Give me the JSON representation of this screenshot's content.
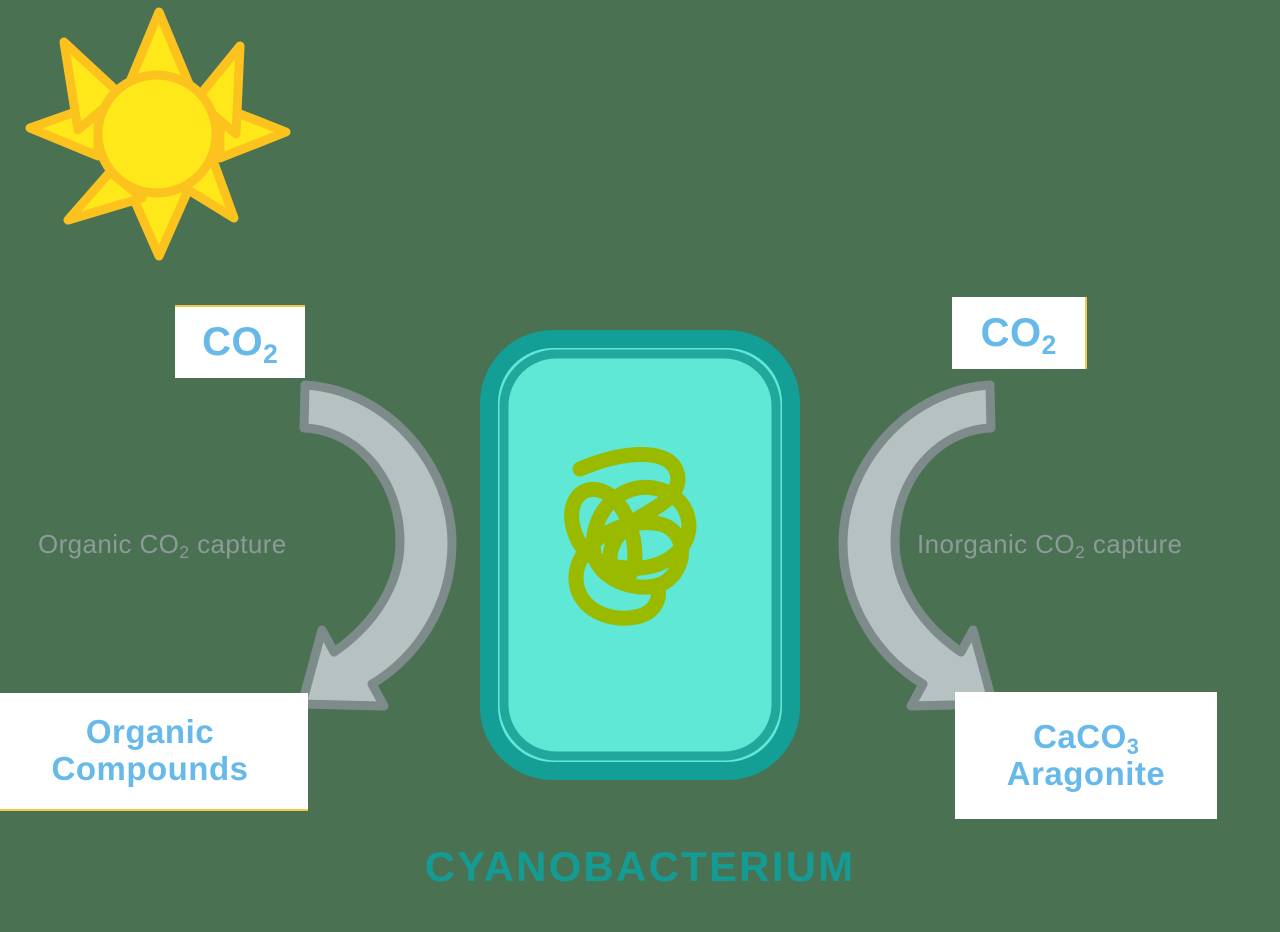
{
  "diagram": {
    "title": "CYANOBACTERIUM",
    "background_color": "#4a7151",
    "subject": "cyanobacterium-co2-capture"
  },
  "icons": {
    "sun": {
      "name": "sun-icon",
      "ray_count": 8,
      "body_color": "#ffe81a",
      "outline_color": "#fcc31e"
    },
    "cell": {
      "name": "cyanobacterium-cell",
      "fill_color": "#5ee8d5",
      "border_color": "#139e96",
      "inner_ring_color": "#22a79d",
      "squiggle_color": "#9aba00"
    }
  },
  "left_pathway": {
    "input_label": "CO",
    "input_sub": "2",
    "arrow_name": "organic-capture-arrow",
    "caption_prefix": "Organic CO",
    "caption_sub": "2",
    "caption_suffix": " capture",
    "output_line1": "Organic",
    "output_line2": "Compounds",
    "arrow_fill": "#b6c1c1",
    "arrow_stroke": "#7d8b8b"
  },
  "right_pathway": {
    "input_label": "CO",
    "input_sub": "2",
    "arrow_name": "inorganic-capture-arrow",
    "caption_prefix": "Inorganic CO",
    "caption_sub": "2",
    "caption_suffix": " capture",
    "output_line1_prefix": "CaCO",
    "output_line1_sub": "3",
    "output_line2": "Aragonite",
    "arrow_fill": "#b6c1c1",
    "arrow_stroke": "#7d8b8b"
  },
  "colors": {
    "label_text": "#67b9ea",
    "caption_text": "#8d9a9a",
    "title_text": "#149b94",
    "box_background": "#ffffff",
    "accent_yellow": "#f4c74a"
  },
  "chart_data": {
    "type": "diagram",
    "title": "CYANOBACTERIUM",
    "nodes": [
      {
        "id": "sun",
        "label": "sunlight",
        "type": "icon"
      },
      {
        "id": "co2-left",
        "label": "CO2",
        "type": "input"
      },
      {
        "id": "cell",
        "label": "CYANOBACTERIUM",
        "type": "organism"
      },
      {
        "id": "co2-right",
        "label": "CO2",
        "type": "input"
      },
      {
        "id": "organic",
        "label": "Organic Compounds",
        "type": "output"
      },
      {
        "id": "aragonite",
        "label": "CaCO3 Aragonite",
        "type": "output"
      }
    ],
    "edges": [
      {
        "from": "co2-left",
        "to": "organic",
        "label": "Organic CO2 capture"
      },
      {
        "from": "co2-right",
        "to": "aragonite",
        "label": "Inorganic CO2 capture"
      }
    ]
  }
}
